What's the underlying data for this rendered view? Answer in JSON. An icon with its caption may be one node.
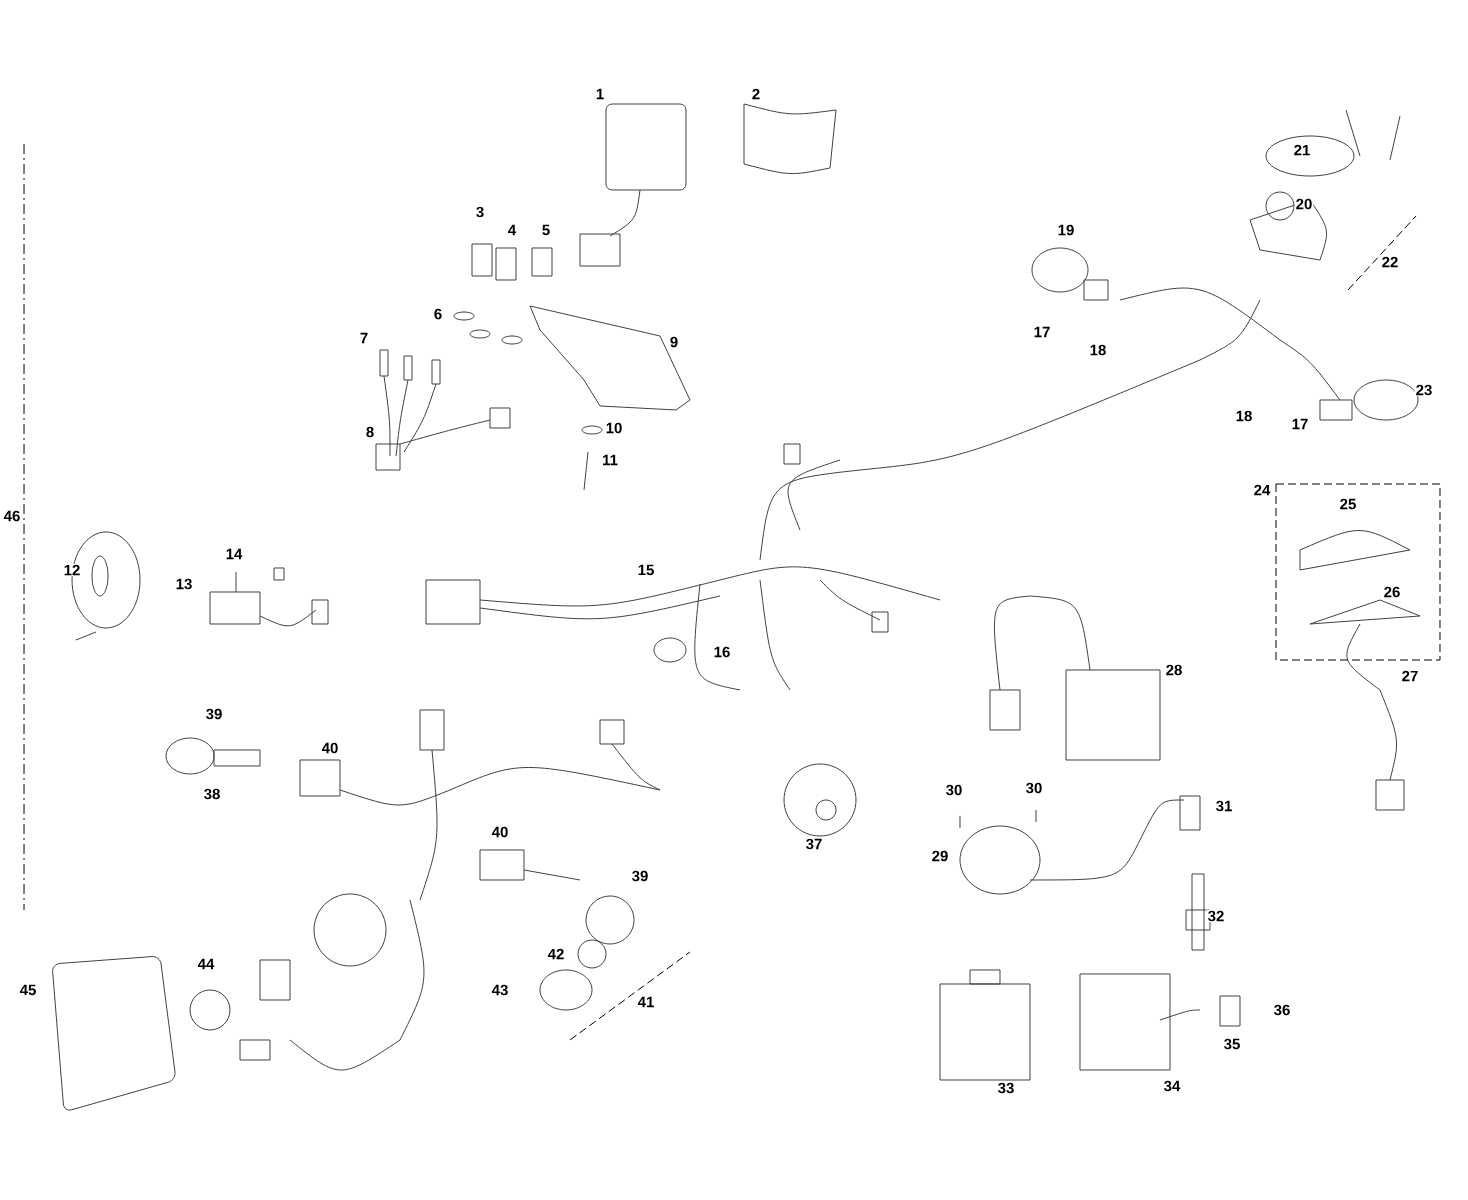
{
  "diagram": {
    "labels": [
      "1",
      "2",
      "3",
      "4",
      "5",
      "21",
      "19",
      "20",
      "6",
      "7",
      "22",
      "9",
      "17",
      "18",
      "18",
      "23",
      "17",
      "8",
      "10",
      "11",
      "46",
      "24",
      "25",
      "12",
      "14",
      "13",
      "15",
      "26",
      "28",
      "16",
      "27",
      "39",
      "40",
      "38",
      "30",
      "30",
      "31",
      "29",
      "37",
      "40",
      "39",
      "42",
      "32",
      "44",
      "45",
      "43",
      "41",
      "36",
      "35",
      "33",
      "34"
    ]
  }
}
